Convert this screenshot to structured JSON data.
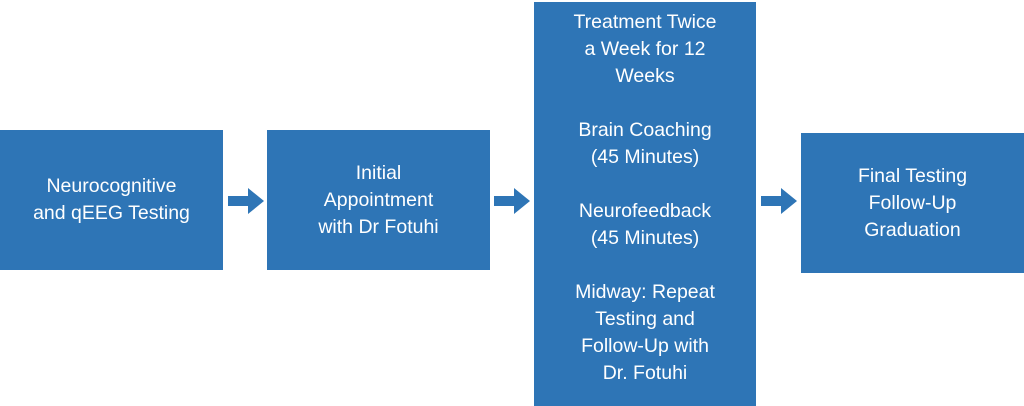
{
  "colors": {
    "box_fill": "#2e75b6",
    "box_text": "#ffffff",
    "arrow": "#2e75b6"
  },
  "steps": [
    {
      "lines": [
        "Neurocognitive",
        "and qEEG Testing"
      ]
    },
    {
      "lines": [
        "Initial",
        "Appointment",
        "with Dr Fotuhi"
      ]
    },
    {
      "groups": [
        [
          "Treatment Twice",
          "a Week for 12",
          "Weeks"
        ],
        [
          "Brain Coaching",
          "(45 Minutes)"
        ],
        [
          "Neurofeedback",
          "(45 Minutes)"
        ],
        [
          "Midway: Repeat",
          "Testing and",
          "Follow-Up with",
          "Dr. Fotuhi"
        ]
      ]
    },
    {
      "lines": [
        "Final Testing",
        "Follow-Up",
        "Graduation"
      ]
    }
  ],
  "connectors": [
    {
      "from": "step-1",
      "to": "step-2",
      "icon": "right-arrow-icon"
    },
    {
      "from": "step-2",
      "to": "step-3",
      "icon": "right-arrow-icon"
    },
    {
      "from": "step-3",
      "to": "step-4",
      "icon": "right-arrow-icon"
    }
  ]
}
